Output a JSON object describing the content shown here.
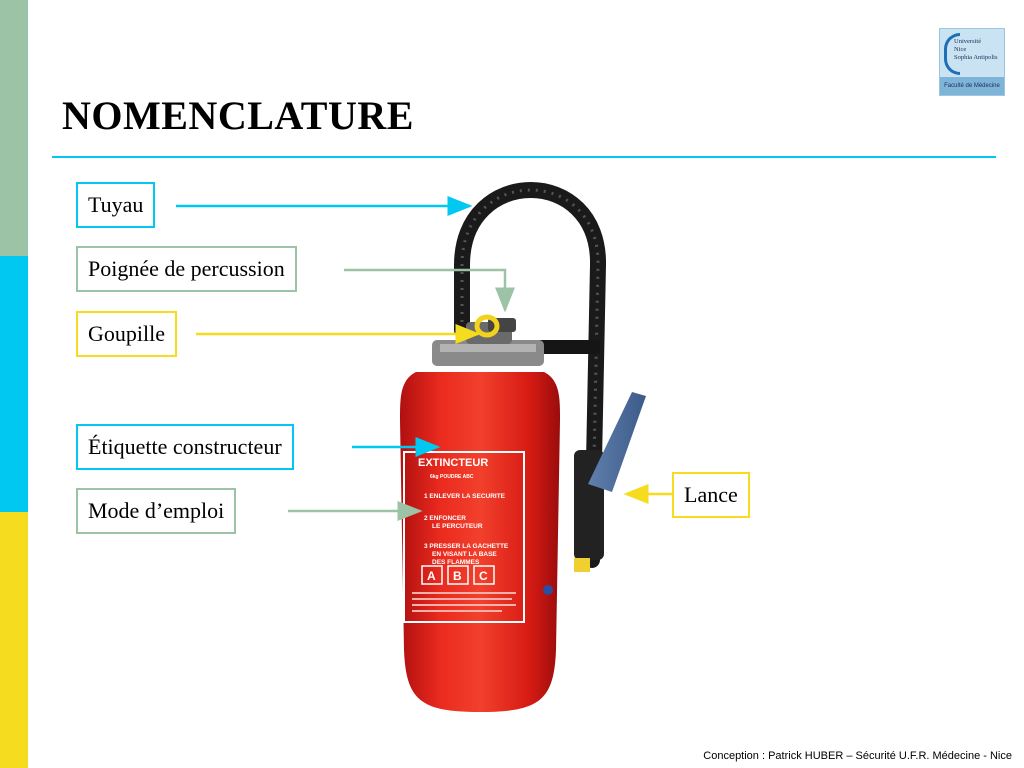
{
  "title": "NOMENCLATURE",
  "logo": {
    "line1": "Université",
    "line2": "Nice",
    "line3": "Sophia Antipolis",
    "faculty": "Faculté de Médecine"
  },
  "labels": {
    "tuyau": "Tuyau",
    "poignee": "Poignée de percussion",
    "goupille": "Goupille",
    "etiquette": "Étiquette constructeur",
    "mode": "Mode d’emploi",
    "lance": "Lance"
  },
  "extinguisher": {
    "brand": "EXTINCTEUR",
    "subtitle": "6kg POUDRE ABC",
    "step1": "1 ENLEVER LA SECURITE",
    "step2a": "2 ENFONCER",
    "step2b": "LE PERCUTEUR",
    "step3a": "3 PRESSER LA GACHETTE",
    "step3b": "EN VISANT LA BASE",
    "step3c": "DES FLAMMES",
    "classes": [
      "A",
      "B",
      "C"
    ]
  },
  "footer": "Conception : Patrick HUBER – Sécurité U.F.R. Médecine - Nice",
  "colors": {
    "cyan": "#00c8f0",
    "green": "#9dc3a6",
    "yellow": "#f5dc1e",
    "red": "#e8211b"
  }
}
